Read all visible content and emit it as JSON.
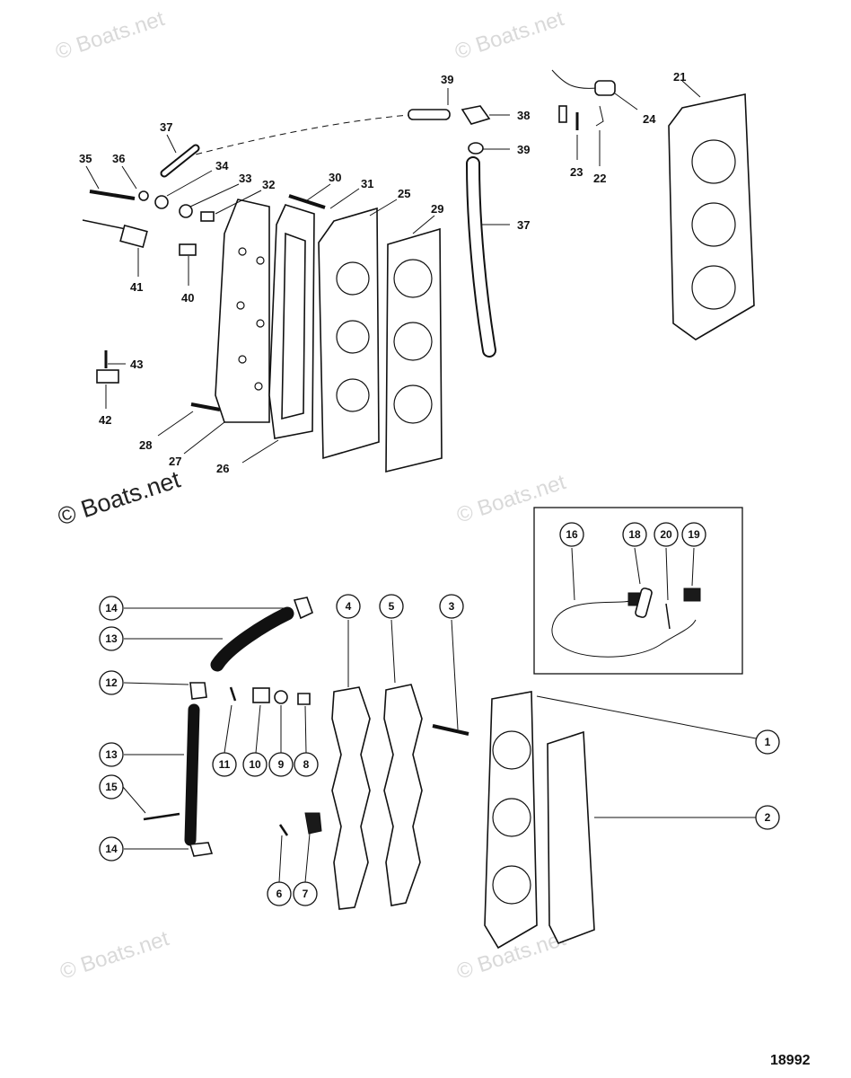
{
  "watermarks": {
    "small": "© Boats.net",
    "large": "© Boats.net"
  },
  "upper_group": {
    "callouts": [
      "39",
      "38",
      "39",
      "37",
      "37",
      "35",
      "36",
      "34",
      "33",
      "32",
      "30",
      "31",
      "25",
      "29",
      "41",
      "40",
      "43",
      "42",
      "28",
      "27",
      "26",
      "21",
      "24",
      "23",
      "22"
    ]
  },
  "inset_box": {
    "callouts": [
      "16",
      "18",
      "20",
      "19"
    ]
  },
  "lower_group": {
    "callouts": [
      "14",
      "13",
      "12",
      "13",
      "15",
      "14",
      "11",
      "10",
      "9",
      "8",
      "4",
      "5",
      "3",
      "6",
      "7",
      "1",
      "2"
    ]
  },
  "figure_number": "18992"
}
